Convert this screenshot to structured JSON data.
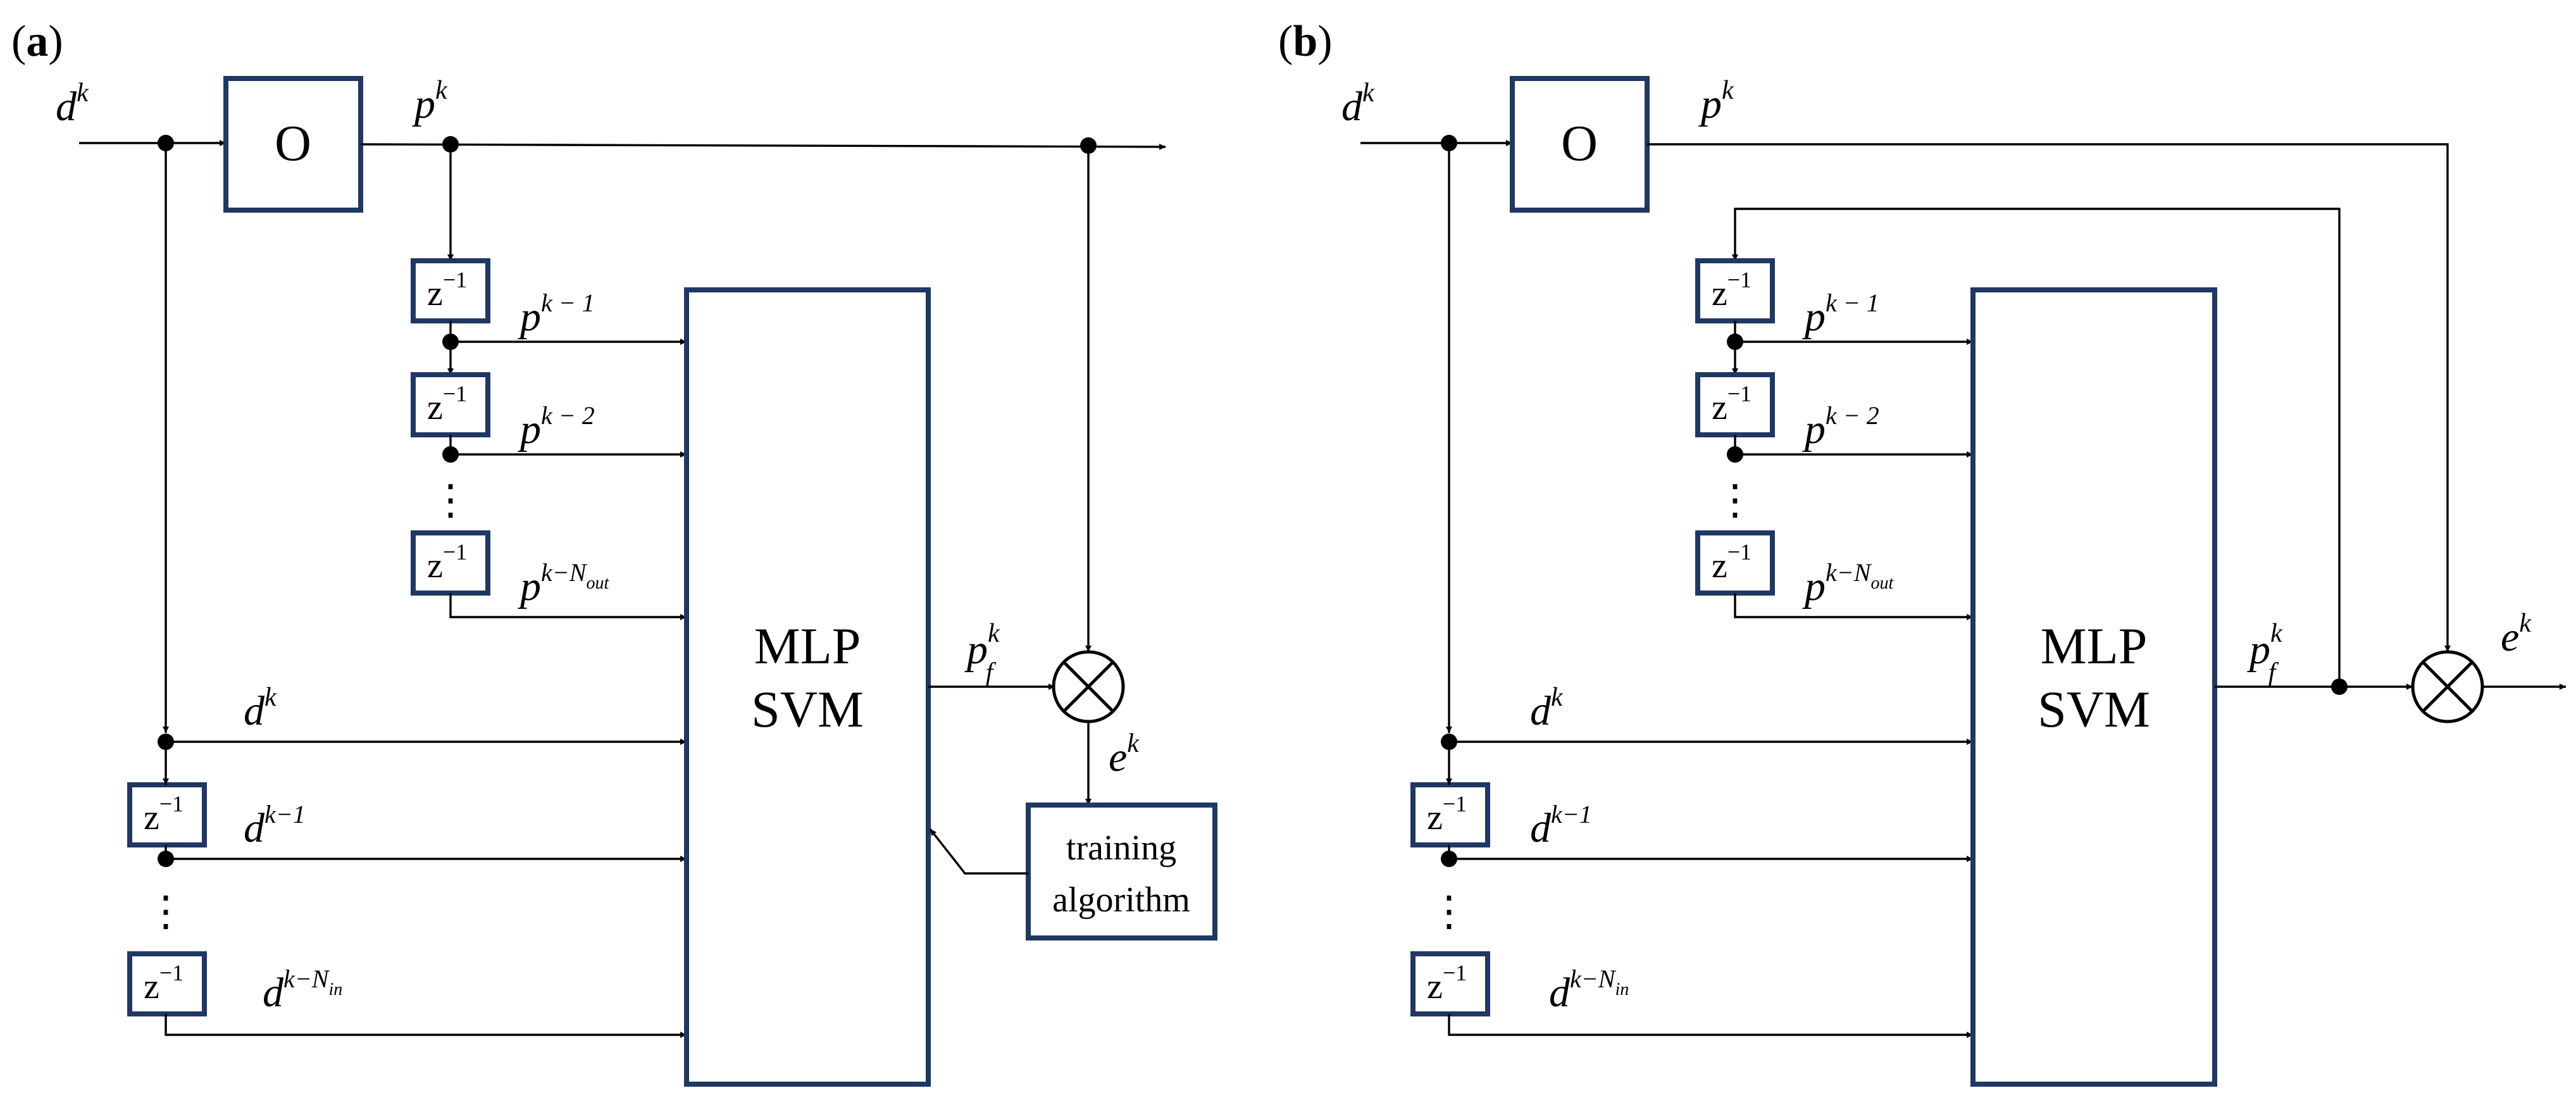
{
  "panels": [
    {
      "label_open": "(",
      "label_letter": "a",
      "label_close": ")",
      "input": {
        "base": "d",
        "sup": "k"
      },
      "plant": "O",
      "plant_output": {
        "base": "p",
        "sup": "k"
      },
      "output_taps": [
        {
          "base": "p",
          "sup": "k − 1",
          "delay": {
            "z": "z",
            "exp": "−1"
          }
        },
        {
          "base": "p",
          "sup": "k − 2",
          "delay": {
            "z": "z",
            "exp": "−1"
          }
        },
        {
          "base": "p",
          "sup": "k−N",
          "sub": "out",
          "delay": {
            "z": "z",
            "exp": "−1"
          }
        }
      ],
      "input_taps": [
        {
          "base": "d",
          "sup": "k"
        },
        {
          "base": "d",
          "sup": "k−1",
          "delay": {
            "z": "z",
            "exp": "−1"
          }
        },
        {
          "base": "d",
          "sup": "k−N",
          "sub": "in",
          "delay": {
            "z": "z",
            "exp": "−1"
          }
        }
      ],
      "ellipsis": "⋮",
      "model": [
        "MLP",
        "SVM"
      ],
      "model_output": {
        "base": "p",
        "sup": "k",
        "sub": "f"
      },
      "comparator": "⊗",
      "error": {
        "base": "e",
        "sup": "k"
      },
      "trainer": [
        "training",
        "algorithm"
      ]
    },
    {
      "label_open": "(",
      "label_letter": "b",
      "label_close": ")",
      "input": {
        "base": "d",
        "sup": "k"
      },
      "plant": "O",
      "plant_output": {
        "base": "p",
        "sup": "k"
      },
      "output_taps": [
        {
          "base": "p",
          "sup": "k − 1",
          "delay": {
            "z": "z",
            "exp": "−1"
          }
        },
        {
          "base": "p",
          "sup": "k − 2",
          "delay": {
            "z": "z",
            "exp": "−1"
          }
        },
        {
          "base": "p",
          "sup": "k−N",
          "sub": "out",
          "delay": {
            "z": "z",
            "exp": "−1"
          }
        }
      ],
      "input_taps": [
        {
          "base": "d",
          "sup": "k"
        },
        {
          "base": "d",
          "sup": "k−1",
          "delay": {
            "z": "z",
            "exp": "−1"
          }
        },
        {
          "base": "d",
          "sup": "k−N",
          "sub": "in",
          "delay": {
            "z": "z",
            "exp": "−1"
          }
        }
      ],
      "ellipsis": "⋮",
      "model": [
        "MLP",
        "SVM"
      ],
      "model_output": {
        "base": "p",
        "sup": "k",
        "sub": "f"
      },
      "comparator": "⊗",
      "error": {
        "base": "e",
        "sup": "k"
      }
    }
  ]
}
